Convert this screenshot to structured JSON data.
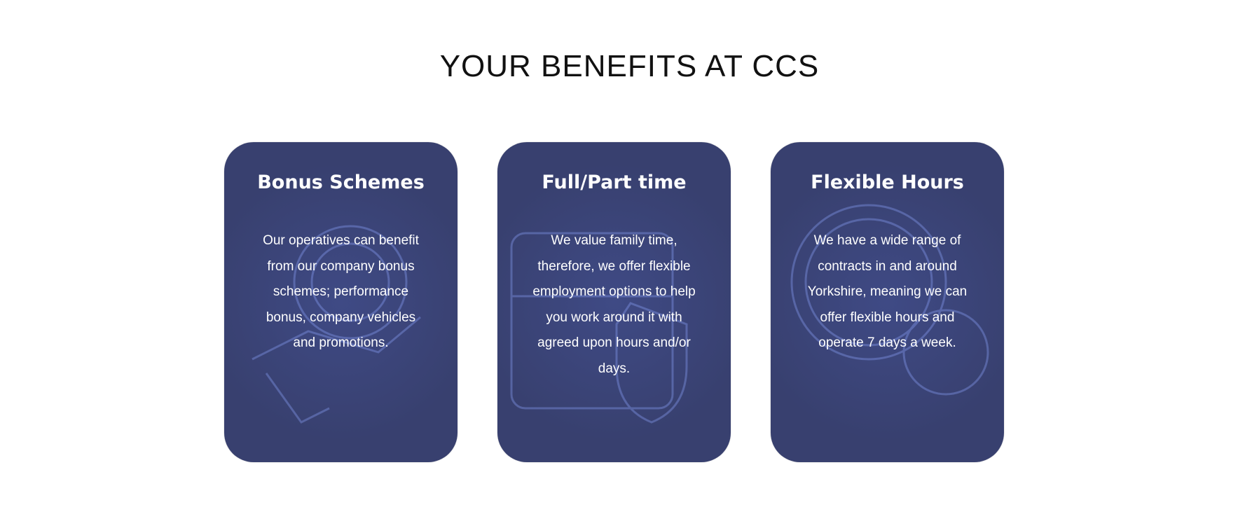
{
  "heading": "YOUR BENEFITS AT CCS",
  "cards": [
    {
      "title": "Bonus Schemes",
      "body": "Our operatives can benefit from our company bonus schemes; performance bonus, company vehicles and promotions.",
      "icon": "gear-hand-icon"
    },
    {
      "title": "Full/Part time",
      "body": "We value family time, therefore, we offer flexible employment options to help you work around it with agreed upon hours and/or days.",
      "icon": "calendar-shield-icon"
    },
    {
      "title": "Flexible Hours",
      "body": "We have a wide range of contracts in and around Yorkshire, meaning we can offer flexible hours and operate 7 days a week.",
      "icon": "clock-icon"
    }
  ]
}
